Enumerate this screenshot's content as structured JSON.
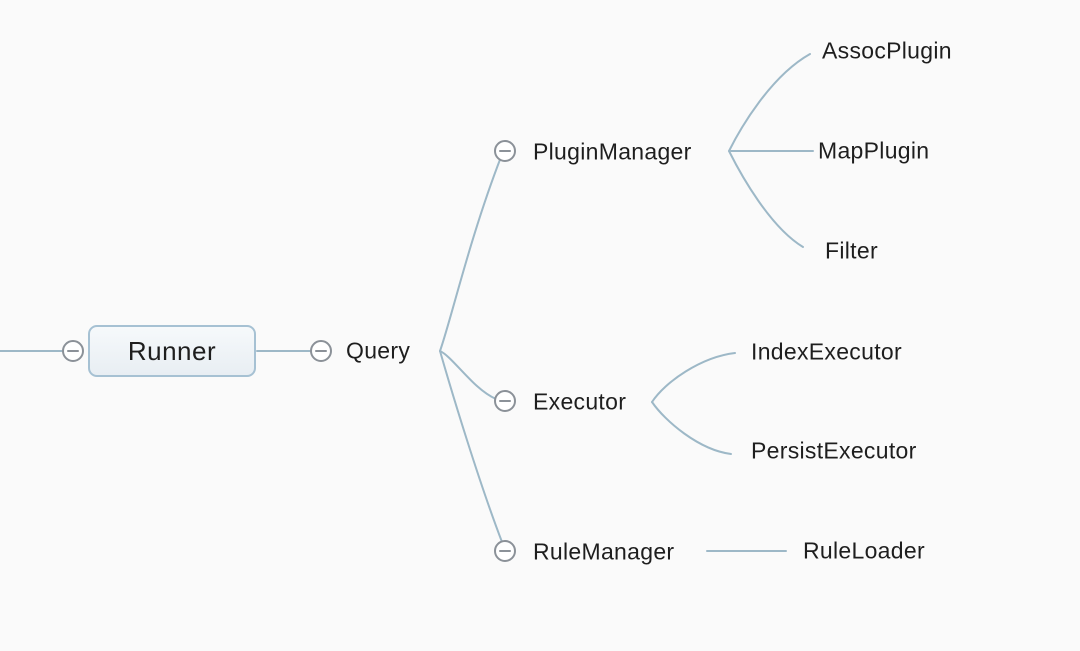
{
  "colors": {
    "background": "#fafafa",
    "connector": "#9db8c7",
    "node_border": "#a6c1d3",
    "icon_stroke": "#8b9198",
    "text": "#1e1e1e"
  },
  "tree": {
    "root": {
      "label": "Runner",
      "children": [
        {
          "label": "Query",
          "children": [
            {
              "label": "PluginManager",
              "children": [
                {
                  "label": "AssocPlugin"
                },
                {
                  "label": "MapPlugin"
                },
                {
                  "label": "Filter"
                }
              ]
            },
            {
              "label": "Executor",
              "children": [
                {
                  "label": "IndexExecutor"
                },
                {
                  "label": "PersistExecutor"
                }
              ]
            },
            {
              "label": "RuleManager",
              "children": [
                {
                  "label": "RuleLoader"
                }
              ]
            }
          ]
        }
      ]
    }
  }
}
